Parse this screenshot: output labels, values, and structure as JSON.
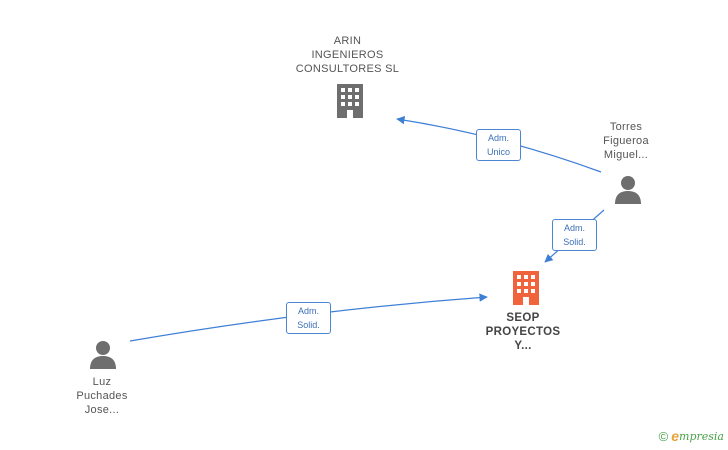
{
  "nodes": {
    "arin": {
      "lines": [
        "ARIN",
        "INGENIEROS",
        "CONSULTORES SL"
      ],
      "type": "company",
      "color": "#6e6e6e"
    },
    "seop": {
      "lines": [
        "SEOP",
        "PROYECTOS",
        "Y..."
      ],
      "type": "company",
      "color": "#f0633b"
    },
    "torres": {
      "lines": [
        "Torres",
        "Figueroa",
        "Miguel..."
      ],
      "type": "person",
      "color": "#6e6e6e"
    },
    "luz": {
      "lines": [
        "Luz",
        "Puchades",
        "Jose..."
      ],
      "type": "person",
      "color": "#6e6e6e"
    }
  },
  "edges": [
    {
      "from": "torres",
      "to": "arin",
      "label": [
        "Adm.",
        "Unico"
      ]
    },
    {
      "from": "torres",
      "to": "seop",
      "label": [
        "Adm.",
        "Solid."
      ]
    },
    {
      "from": "luz",
      "to": "seop",
      "label": [
        "Adm.",
        "Solid."
      ]
    }
  ],
  "edge_color": "#3e7fd6",
  "brand": {
    "copyright": "©",
    "e": "e",
    "rest": "mpresia"
  }
}
